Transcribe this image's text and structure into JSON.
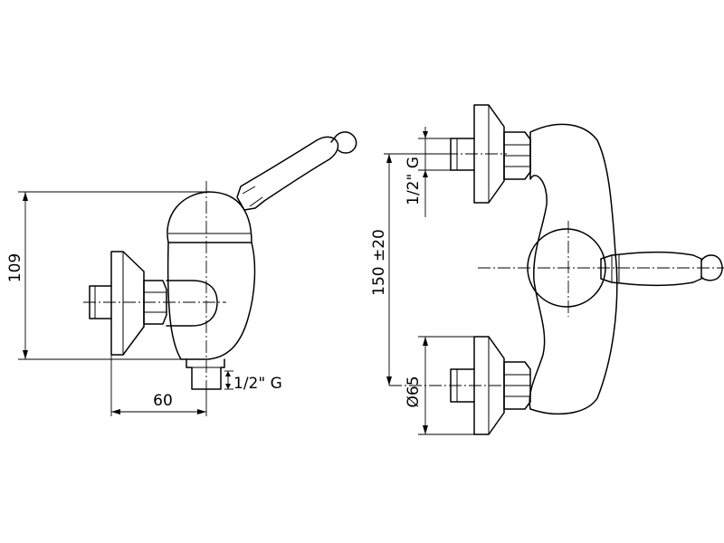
{
  "side_view": {
    "height_label": "109",
    "depth_label": "60",
    "thread_label": "1/2\" G"
  },
  "front_view": {
    "thread_label": "1/2\" G",
    "spacing_label": "150 ±20",
    "diameter_label": "Ø65"
  }
}
